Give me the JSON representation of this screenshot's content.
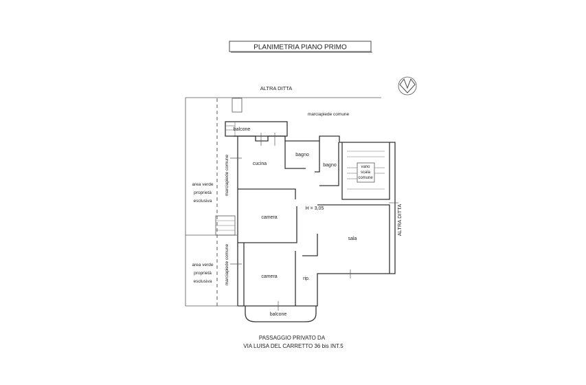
{
  "title": "PLANIMETRIA PIANO PRIMO",
  "labels": {
    "altra_ditta_top": "ALTRA DITTA",
    "altra_ditta_right": "ALTRA DITTA",
    "marciapiede_top": "marciapiede comune",
    "marciapiede_left_1": "marciapiede comune",
    "marciapiede_left_2": "marciapiede comune",
    "area_verde_1": [
      "area verde",
      "proprietà",
      "esclusiva"
    ],
    "area_verde_2": [
      "area verde",
      "proprietà",
      "esclusiva"
    ],
    "height": "H = 3,05"
  },
  "rooms": {
    "balcone_top": "balcone",
    "cucina": "cucina",
    "bagno_1": "bagno",
    "bagno_2": "bagno",
    "vano_scala": [
      "vano",
      "scala",
      "comune"
    ],
    "camera_1": "camera",
    "camera_2": "camera",
    "sala": "sala",
    "ripostiglio": "rip.",
    "balcone_bottom": "balcone"
  },
  "address": {
    "line1": "PASSAGGIO PRIVATO DA",
    "line2": "VIA  LUISA DEL CARRETTO 36 bis INT.5"
  },
  "icons": {
    "north": "north-arrow-icon"
  }
}
